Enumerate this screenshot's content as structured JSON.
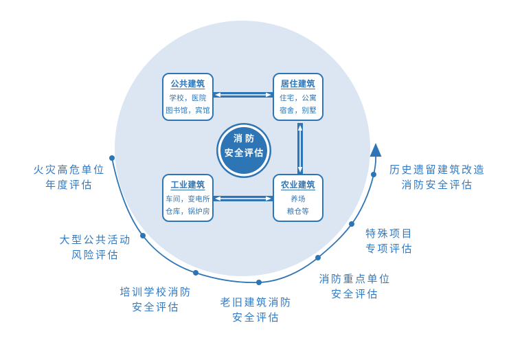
{
  "diagram": {
    "center": {
      "line1": "消防",
      "line2": "安全评估"
    },
    "boxes": [
      {
        "title": "公共建筑",
        "line1": "学校，医院",
        "line2": "图书馆，宾馆"
      },
      {
        "title": "居住建筑",
        "line1": "住宅，公寓",
        "line2": "宿舍，别墅"
      },
      {
        "title": "工业建筑",
        "line1": "车间，变电所",
        "line2": "仓库，锅炉房"
      },
      {
        "title": "农业建筑",
        "line1": "养场",
        "line2": "粮仓等"
      }
    ],
    "outer_labels": [
      {
        "line1": "火灾高危单位",
        "line2": "年度评估"
      },
      {
        "line1": "大型公共活动",
        "line2": "风险评估"
      },
      {
        "line1": "培训学校消防",
        "line2": "安全评估"
      },
      {
        "line1": "老旧建筑消防",
        "line2": "安全评估"
      },
      {
        "line1": "消防重点单位",
        "line2": "安全评估"
      },
      {
        "line1": "特殊项目",
        "line2": "专项评估"
      },
      {
        "line1": "历史遗留建筑改造",
        "line2": "消防安全评估"
      }
    ]
  },
  "colors": {
    "accent": "#2e75b6",
    "circle_fill": "#dce6f2",
    "label_blue": "#3179c2",
    "center_text": "#ffffff",
    "box_bg": "#ffffff"
  }
}
